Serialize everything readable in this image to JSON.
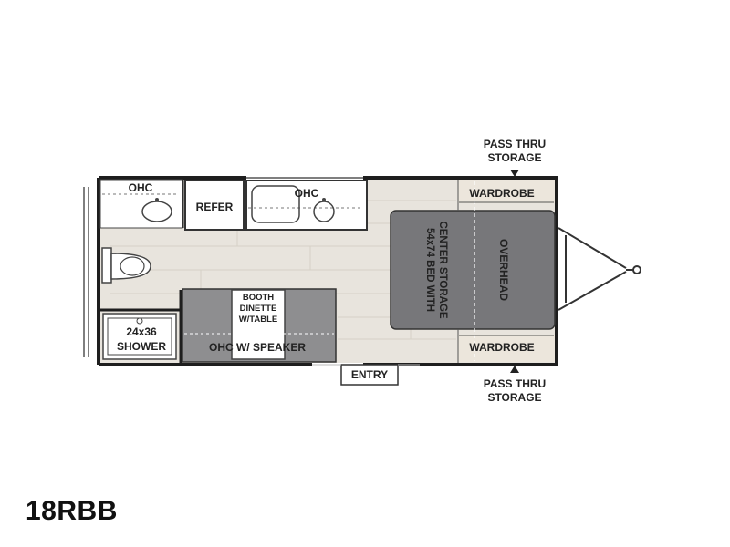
{
  "model": "18RBB",
  "labels": {
    "ohc_bath": "OHC",
    "ohc_kitchen": "OHC",
    "refer": "REFER",
    "shower": [
      "24x36",
      "SHOWER"
    ],
    "booth": [
      "BOOTH",
      "DINETTE",
      "W/TABLE"
    ],
    "ohc_speaker": "OHC W/ SPEAKER",
    "entry": "ENTRY",
    "wardrobe_top": "WARDROBE",
    "wardrobe_bottom": "WARDROBE",
    "bed": [
      "54x74 BED WITH",
      "CENTER STORAGE"
    ],
    "overhead": "OVERHEAD",
    "pass_thru_top": [
      "PASS THRU",
      "STORAGE"
    ],
    "pass_thru_bottom": [
      "PASS THRU",
      "STORAGE"
    ]
  },
  "colors": {
    "wall": "#1e1e1e",
    "floor": "#e8e4dd",
    "floor_line": "#d9d4cb",
    "cabinet_grey": "#8e8e90",
    "bed_grey": "#77777a",
    "storage_beige": "#ece6dc"
  }
}
